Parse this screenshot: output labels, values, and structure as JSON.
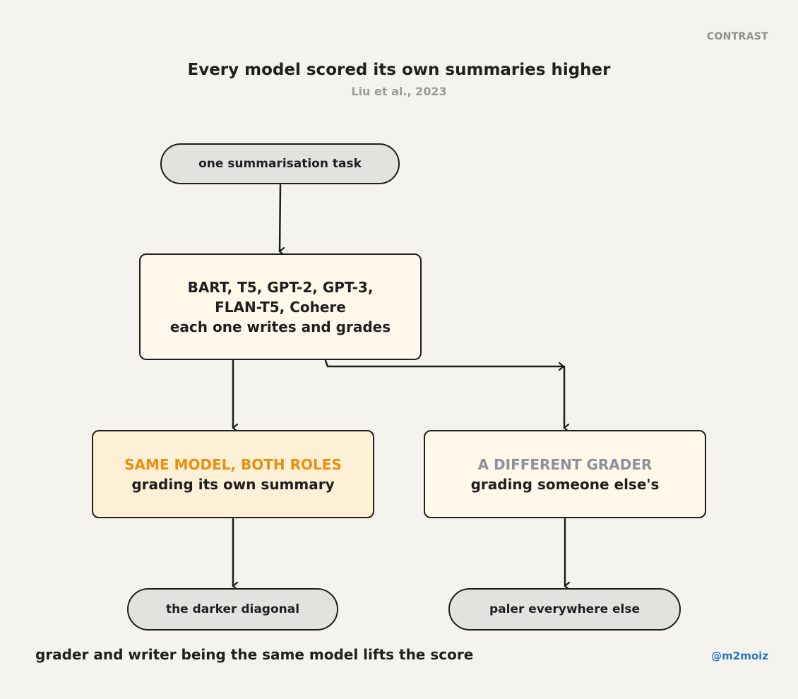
{
  "tag": "CONTRAST",
  "title": "Every model scored its own summaries higher",
  "subtitle": "Liu et al., 2023",
  "nodes": {
    "task": "one summarisation task",
    "models_line1": "BART, T5, GPT-2, GPT-3,",
    "models_line2": "FLAN-T5, Cohere",
    "models_line3": "each one writes and grades",
    "same_heading": "SAME MODEL, BOTH ROLES",
    "same_sub": "grading its own summary",
    "diff_heading": "A DIFFERENT GRADER",
    "diff_sub": "grading someone else's",
    "same_result": "the darker diagonal",
    "diff_result": "paler everywhere else"
  },
  "footer": "grader and writer being the same model lifts the score",
  "handle": "@m2moiz",
  "colors": {
    "background": "#f4f3ee",
    "accent_same": "#e8900f",
    "accent_different": "#8d9199",
    "handle": "#2f74c0"
  }
}
